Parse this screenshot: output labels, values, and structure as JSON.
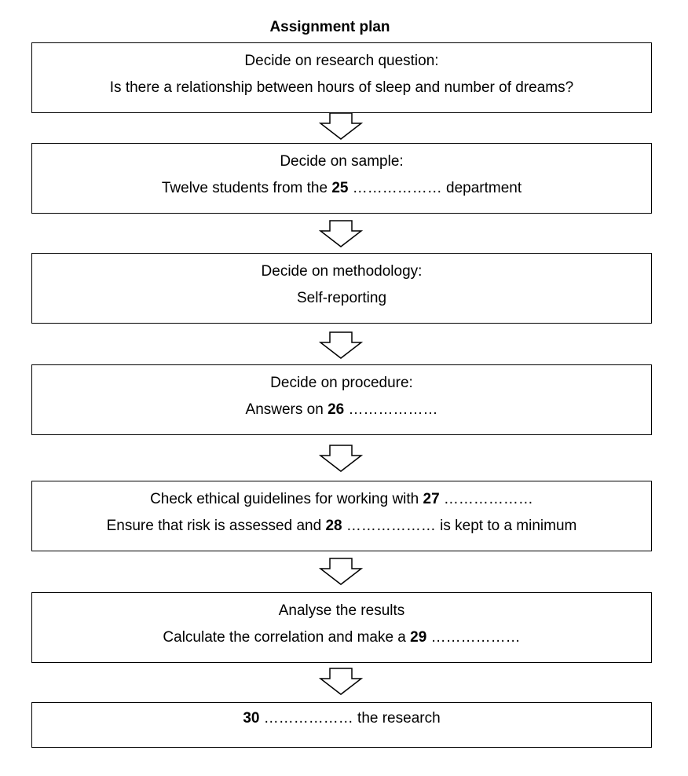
{
  "title": "Assignment plan",
  "steps": [
    {
      "line1": "Decide on research question:",
      "line2": "Is there a relationship between hours of sleep and number of dreams?"
    },
    {
      "line1": "Decide on sample:",
      "line2_pre": "Twelve students from the ",
      "line2_num": "25",
      "line2_post": " ……………… department"
    },
    {
      "line1": "Decide on methodology:",
      "line2": "Self-reporting"
    },
    {
      "line1": "Decide on procedure:",
      "line2_pre": "Answers on ",
      "line2_num": "26",
      "line2_post": " ………………"
    },
    {
      "line1_pre": "Check ethical guidelines for working with ",
      "line1_num": "27",
      "line1_post": " ………………",
      "line2_pre": "Ensure that risk is assessed and ",
      "line2_num": "28",
      "line2_post": " ……………… is kept to a minimum"
    },
    {
      "line1": "Analyse the results",
      "line2_pre": "Calculate the correlation and make a ",
      "line2_num": "29",
      "line2_post": " ………………"
    },
    {
      "line1_num": "30",
      "line1_post": " ……………… the research"
    }
  ]
}
